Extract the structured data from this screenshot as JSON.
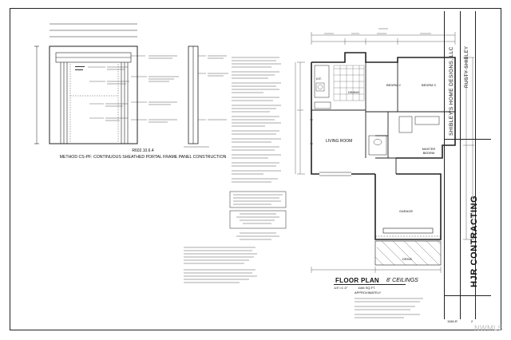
{
  "detail": {
    "section_number": "R602.10.6.4",
    "title": "METHOD CS-PF: CONTINUOUS SHEATHED PORTAL FRAME PANEL CONSTRUCTION"
  },
  "plan": {
    "title": "FLOOR PLAN",
    "ceilings": "8' CEILINGS",
    "scale": "1/4\"=1'-0\"",
    "area": "1166 SQ.FT.",
    "approx": "APPROXIMATELY",
    "rooms": {
      "living": "LIVING ROOM",
      "kitchen": "KIT.",
      "dining": "DINING",
      "bed2": "BEDRM 2",
      "bed3": "BEDRM 3",
      "master": "MASTER BEDRM",
      "garage": "GARAGE",
      "drive": "DRIVE"
    }
  },
  "titleblock": {
    "company": "SHIBLEY'S HOME DESIGNS, LLC",
    "designer": "RUSTY SHIBLEY",
    "client": "HJR CONTRACTING",
    "sheet_label": "1166-R",
    "sheet_num": "2"
  },
  "watermark": "NWMLS"
}
